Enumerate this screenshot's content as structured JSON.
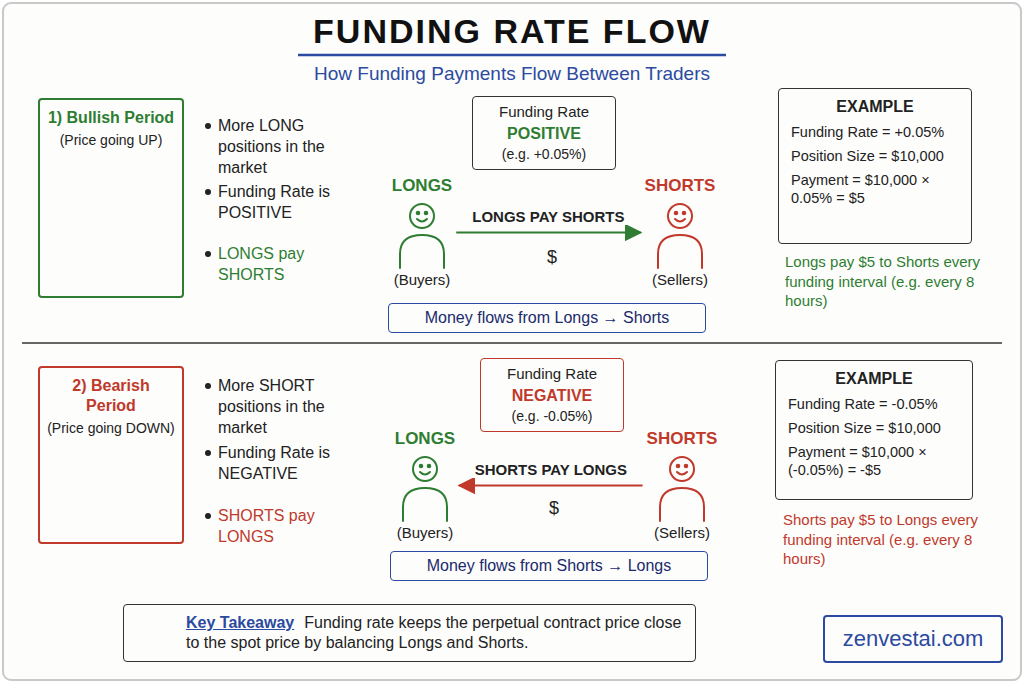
{
  "diagram": {
    "title": "FUNDING RATE FLOW",
    "nodes": [
      {
        "text": [
          "1) Bullish Period",
          "(Price going UP)"
        ]
      },
      {
        "text": [
          "Funding Rate",
          "POSITIVE",
          "(e.g. +0.05%)"
        ]
      },
      {
        "text": [
          "LONGS",
          "(Buyers)"
        ]
      },
      {
        "text": [
          "SHORTS",
          "(Sellers)"
        ]
      },
      {
        "text": [
          "Money flows from Longs → Shorts"
        ]
      },
      {
        "text": [
          "EXAMPLE",
          "Funding Rate = +0.05%",
          "Position Size = $10,000",
          "Payment = $10,000 × 0.05% = $5"
        ]
      },
      {
        "text": [
          "2) Bearish Period",
          "(Price going DOWN)"
        ]
      },
      {
        "text": [
          "Funding Rate",
          "NEGATIVE",
          "(e.g. -0.05%)"
        ]
      },
      {
        "text": [
          "LONGS",
          "(Buyers)"
        ]
      },
      {
        "text": [
          "SHORTS",
          "(Sellers)"
        ]
      },
      {
        "text": [
          "Money flows from Shorts → Longs"
        ]
      },
      {
        "text": [
          "EXAMPLE",
          "Funding Rate = -0.05%",
          "Position Size = $10,000",
          "Payment = $10,000 × (-0.05%) = -$5"
        ]
      },
      {
        "text": [
          "Key Takeaway",
          "Funding rate keeps the perpetual contract price close to the spot price by balancing Longs and Shorts."
        ]
      },
      {
        "text": [
          "zenvestai.com"
        ]
      }
    ],
    "edges": [
      {
        "from": 2,
        "to": 3,
        "arrow": "to",
        "label": "LONGS PAY SHORTS"
      },
      {
        "from": 9,
        "to": 8,
        "arrow": "to",
        "label": "SHORTS PAY LONGS"
      }
    ],
    "labels": [
      "How Funding Payments Flow Between Traders",
      "More LONG positions in the market",
      "Funding Rate is POSITIVE",
      "LONGS pay SHORTS",
      "$",
      "Longs pay $5 to Shorts every funding interval (e.g. every 8 hours)",
      "More SHORT positions in the market",
      "Funding Rate is NEGATIVE",
      "SHORTS pay LONGS",
      "$",
      "Shorts pay $5 to Longs every funding interval (e.g. every 8 hours)"
    ]
  }
}
